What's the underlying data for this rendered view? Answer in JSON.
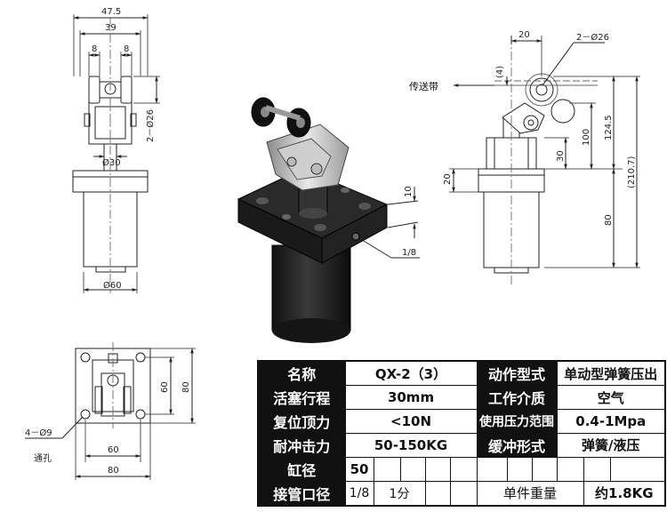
{
  "drawing": {
    "front_view": {
      "width_outer": "47.5",
      "width_mid": "39",
      "gap_left": "8",
      "gap_right": "8",
      "hole_spec": "2－Ø26",
      "rod_dia": "Ø30",
      "body_dia": "Ø60"
    },
    "side_view": {
      "roller_offset": "20",
      "roller_holes": "2－Ø26",
      "paren_value": "(4)",
      "conveyor_label": "传送带",
      "dim_30": "30",
      "dim_100": "100",
      "dim_124_5": "124.5",
      "dim_210_7": "(210.7)",
      "dim_20": "20",
      "dim_80": "80"
    },
    "iso_view": {
      "dim_10": "10",
      "port": "1/8"
    },
    "bottom_view": {
      "dim_60_h": "60",
      "dim_80_h": "80",
      "dim_60_v": "60",
      "dim_80_v": "80",
      "hole_spec": "4－Ø9",
      "hole_note": "通孔"
    }
  },
  "spec_table": {
    "rows": [
      {
        "k1": "名称",
        "v1": "QX-2（3）",
        "k2": "动作型式",
        "v2": "单动型弹簧压出"
      },
      {
        "k1": "活塞行程",
        "v1": "30mm",
        "k2": "工作介质",
        "v2": "空气"
      },
      {
        "k1": "复位顶力",
        "v1": "<10N",
        "k2": "使用压力范围",
        "v2": "0.4-1Mpa"
      },
      {
        "k1": "耐冲击力",
        "v1": "50-150KG",
        "k2": "缓冲形式",
        "v2": "弹簧/液压"
      },
      {
        "k1": "缸径",
        "v1": "50"
      },
      {
        "k1": "接管口径",
        "v1a": "1/8",
        "v1b": "1分",
        "k2": "单件重量",
        "v2": "约1.8KG"
      }
    ]
  }
}
